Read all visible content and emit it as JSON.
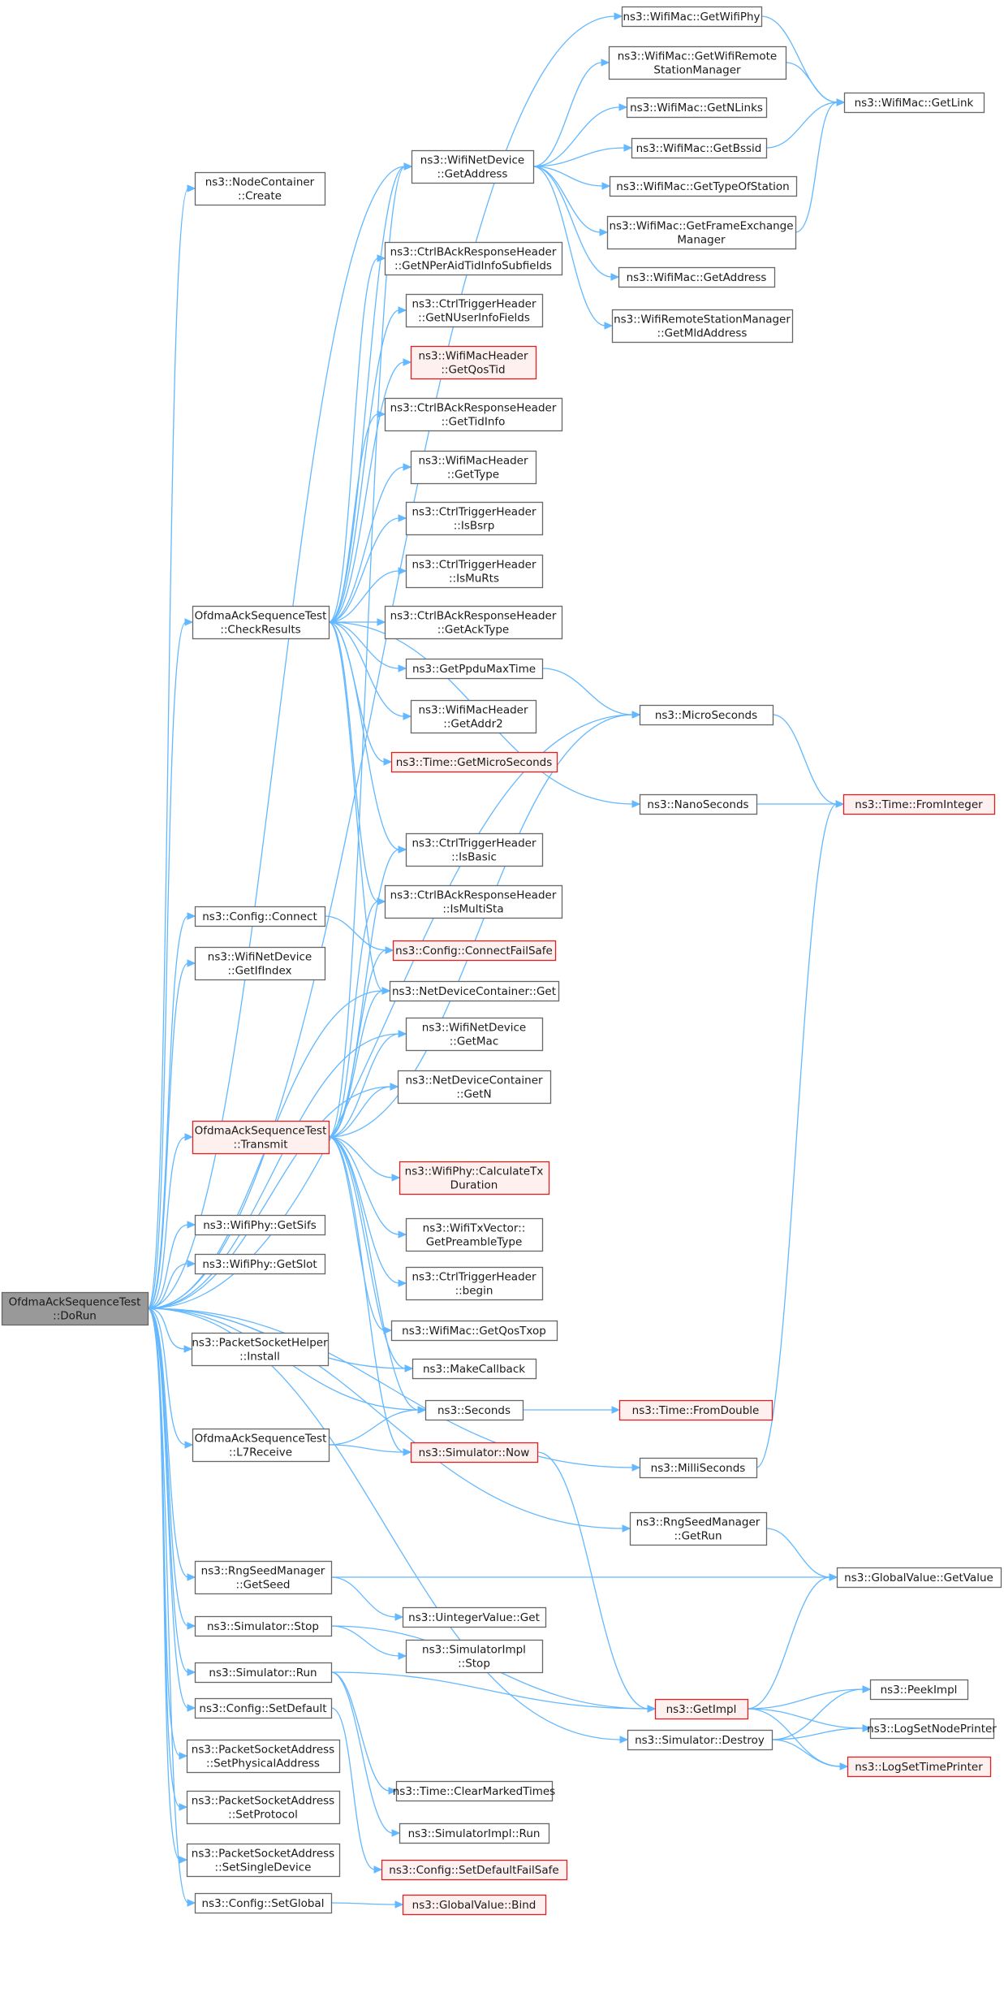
{
  "colors": {
    "edge": "#63b8ff",
    "node_border": "#666666",
    "node_fill": "#ffffff",
    "missing_border": "#e02020",
    "missing_fill": "#fff0f0",
    "root_fill": "#999999"
  },
  "nodes": {
    "n0": {
      "lines": [
        "OfdmaAckSequenceTest",
        "::DoRun"
      ],
      "style": "root"
    },
    "n1": {
      "lines": [
        "ns3::WifiMac::GetWifiPhy"
      ],
      "style": "normal"
    },
    "n2": {
      "lines": [
        "ns3::WifiMac::GetWifiRemote",
        "StationManager"
      ],
      "style": "normal"
    },
    "n3": {
      "lines": [
        "ns3::WifiMac::GetLink"
      ],
      "style": "normal"
    },
    "n4": {
      "lines": [
        "ns3::WifiMac::GetNLinks"
      ],
      "style": "normal"
    },
    "n5": {
      "lines": [
        "ns3::WifiNetDevice",
        "::GetAddress"
      ],
      "style": "normal"
    },
    "n6": {
      "lines": [
        "ns3::WifiMac::GetBssid"
      ],
      "style": "normal"
    },
    "n7": {
      "lines": [
        "ns3::NodeContainer",
        "::Create"
      ],
      "style": "normal"
    },
    "n8": {
      "lines": [
        "ns3::WifiMac::GetTypeOfStation"
      ],
      "style": "normal"
    },
    "n9": {
      "lines": [
        "ns3::WifiMac::GetFrameExchange",
        "Manager"
      ],
      "style": "normal"
    },
    "n10": {
      "lines": [
        "ns3::CtrlBAckResponseHeader",
        "::GetNPerAidTidInfoSubfields"
      ],
      "style": "normal"
    },
    "n11": {
      "lines": [
        "ns3::WifiMac::GetAddress"
      ],
      "style": "normal"
    },
    "n12": {
      "lines": [
        "ns3::CtrlTriggerHeader",
        "::GetNUserInfoFields"
      ],
      "style": "normal"
    },
    "n13": {
      "lines": [
        "ns3::WifiRemoteStationManager",
        "::GetMldAddress"
      ],
      "style": "normal"
    },
    "n14": {
      "lines": [
        "ns3::WifiMacHeader",
        "::GetQosTid"
      ],
      "style": "red"
    },
    "n15": {
      "lines": [
        "ns3::CtrlBAckResponseHeader",
        "::GetTidInfo"
      ],
      "style": "normal"
    },
    "n16": {
      "lines": [
        "ns3::WifiMacHeader",
        "::GetType"
      ],
      "style": "normal"
    },
    "n17": {
      "lines": [
        "ns3::CtrlTriggerHeader",
        "::IsBsrp"
      ],
      "style": "normal"
    },
    "n18": {
      "lines": [
        "ns3::CtrlTriggerHeader",
        "::IsMuRts"
      ],
      "style": "normal"
    },
    "n19": {
      "lines": [
        "OfdmaAckSequenceTest",
        "::CheckResults"
      ],
      "style": "normal"
    },
    "n20": {
      "lines": [
        "ns3::CtrlBAckResponseHeader",
        "::GetAckType"
      ],
      "style": "normal"
    },
    "n21": {
      "lines": [
        "ns3::GetPpduMaxTime"
      ],
      "style": "normal"
    },
    "n22": {
      "lines": [
        "ns3::MicroSeconds"
      ],
      "style": "normal"
    },
    "n23": {
      "lines": [
        "ns3::WifiMacHeader",
        "::GetAddr2"
      ],
      "style": "normal"
    },
    "n24": {
      "lines": [
        "ns3::Time::GetMicroSeconds"
      ],
      "style": "red"
    },
    "n25": {
      "lines": [
        "ns3::NanoSeconds"
      ],
      "style": "normal"
    },
    "n26": {
      "lines": [
        "ns3::Time::FromInteger"
      ],
      "style": "red"
    },
    "n27": {
      "lines": [
        "ns3::CtrlTriggerHeader",
        "::IsBasic"
      ],
      "style": "normal"
    },
    "n28": {
      "lines": [
        "ns3::CtrlBAckResponseHeader",
        "::IsMultiSta"
      ],
      "style": "normal"
    },
    "n29": {
      "lines": [
        "ns3::Config::Connect"
      ],
      "style": "normal"
    },
    "n30": {
      "lines": [
        "ns3::Config::ConnectFailSafe"
      ],
      "style": "red"
    },
    "n31": {
      "lines": [
        "ns3::WifiNetDevice",
        "::GetIfIndex"
      ],
      "style": "normal"
    },
    "n32": {
      "lines": [
        "ns3::NetDeviceContainer::Get"
      ],
      "style": "normal"
    },
    "n33": {
      "lines": [
        "ns3::WifiNetDevice",
        "::GetMac"
      ],
      "style": "normal"
    },
    "n34": {
      "lines": [
        "ns3::NetDeviceContainer",
        "::GetN"
      ],
      "style": "normal"
    },
    "n35": {
      "lines": [
        "OfdmaAckSequenceTest",
        "::Transmit"
      ],
      "style": "red"
    },
    "n36": {
      "lines": [
        "ns3::WifiPhy::CalculateTx",
        "Duration"
      ],
      "style": "red"
    },
    "n37": {
      "lines": [
        "ns3::WifiTxVector::",
        "GetPreambleType"
      ],
      "style": "normal"
    },
    "n38": {
      "lines": [
        "ns3::WifiPhy::GetSifs"
      ],
      "style": "normal"
    },
    "n39": {
      "lines": [
        "ns3::WifiPhy::GetSlot"
      ],
      "style": "normal"
    },
    "n40": {
      "lines": [
        "ns3::CtrlTriggerHeader",
        "::begin"
      ],
      "style": "normal"
    },
    "n41": {
      "lines": [
        "ns3::WifiMac::GetQosTxop"
      ],
      "style": "normal"
    },
    "n42": {
      "lines": [
        "ns3::PacketSocketHelper",
        "::Install"
      ],
      "style": "normal"
    },
    "n43": {
      "lines": [
        "ns3::MakeCallback"
      ],
      "style": "normal"
    },
    "n44": {
      "lines": [
        "ns3::Seconds"
      ],
      "style": "normal"
    },
    "n45": {
      "lines": [
        "ns3::Time::FromDouble"
      ],
      "style": "red"
    },
    "n46": {
      "lines": [
        "OfdmaAckSequenceTest",
        "::L7Receive"
      ],
      "style": "normal"
    },
    "n47": {
      "lines": [
        "ns3::Simulator::Now"
      ],
      "style": "red"
    },
    "n48": {
      "lines": [
        "ns3::MilliSeconds"
      ],
      "style": "normal"
    },
    "n49": {
      "lines": [
        "ns3::RngSeedManager",
        "::GetRun"
      ],
      "style": "normal"
    },
    "n50": {
      "lines": [
        "ns3::RngSeedManager",
        "::GetSeed"
      ],
      "style": "normal"
    },
    "n51": {
      "lines": [
        "ns3::GlobalValue::GetValue"
      ],
      "style": "normal"
    },
    "n52": {
      "lines": [
        "ns3::UintegerValue::Get"
      ],
      "style": "normal"
    },
    "n53": {
      "lines": [
        "ns3::Simulator::Stop"
      ],
      "style": "normal"
    },
    "n54": {
      "lines": [
        "ns3::SimulatorImpl",
        "::Stop"
      ],
      "style": "normal"
    },
    "n55": {
      "lines": [
        "ns3::Simulator::Run"
      ],
      "style": "normal"
    },
    "n56": {
      "lines": [
        "ns3::PeekImpl"
      ],
      "style": "normal"
    },
    "n57": {
      "lines": [
        "ns3::GetImpl"
      ],
      "style": "red"
    },
    "n58": {
      "lines": [
        "ns3::Config::SetDefault"
      ],
      "style": "normal"
    },
    "n59": {
      "lines": [
        "ns3::LogSetNodePrinter"
      ],
      "style": "normal"
    },
    "n60": {
      "lines": [
        "ns3::Simulator::Destroy"
      ],
      "style": "normal"
    },
    "n61": {
      "lines": [
        "ns3::PacketSocketAddress",
        "::SetPhysicalAddress"
      ],
      "style": "normal"
    },
    "n62": {
      "lines": [
        "ns3::LogSetTimePrinter"
      ],
      "style": "red"
    },
    "n63": {
      "lines": [
        "ns3::Time::ClearMarkedTimes"
      ],
      "style": "normal"
    },
    "n64": {
      "lines": [
        "ns3::PacketSocketAddress",
        "::SetProtocol"
      ],
      "style": "normal"
    },
    "n65": {
      "lines": [
        "ns3::SimulatorImpl::Run"
      ],
      "style": "normal"
    },
    "n66": {
      "lines": [
        "ns3::Config::SetDefaultFailSafe"
      ],
      "style": "red"
    },
    "n67": {
      "lines": [
        "ns3::PacketSocketAddress",
        "::SetSingleDevice"
      ],
      "style": "normal"
    },
    "n68": {
      "lines": [
        "ns3::Config::SetGlobal"
      ],
      "style": "normal"
    },
    "n69": {
      "lines": [
        "ns3::GlobalValue::Bind"
      ],
      "style": "red"
    }
  },
  "edges": [
    [
      "n0",
      "n1"
    ],
    [
      "n0",
      "n5"
    ],
    [
      "n0",
      "n7"
    ],
    [
      "n0",
      "n22"
    ],
    [
      "n0",
      "n19"
    ],
    [
      "n0",
      "n29"
    ],
    [
      "n0",
      "n31"
    ],
    [
      "n0",
      "n32"
    ],
    [
      "n0",
      "n33"
    ],
    [
      "n0",
      "n34"
    ],
    [
      "n0",
      "n35"
    ],
    [
      "n0",
      "n38"
    ],
    [
      "n0",
      "n39"
    ],
    [
      "n0",
      "n42"
    ],
    [
      "n0",
      "n43"
    ],
    [
      "n0",
      "n44"
    ],
    [
      "n0",
      "n46"
    ],
    [
      "n0",
      "n48"
    ],
    [
      "n0",
      "n49"
    ],
    [
      "n0",
      "n50"
    ],
    [
      "n0",
      "n53"
    ],
    [
      "n0",
      "n55"
    ],
    [
      "n0",
      "n58"
    ],
    [
      "n0",
      "n61"
    ],
    [
      "n0",
      "n64"
    ],
    [
      "n0",
      "n67"
    ],
    [
      "n0",
      "n68"
    ],
    [
      "n0",
      "n60"
    ],
    [
      "n1",
      "n3"
    ],
    [
      "n2",
      "n3"
    ],
    [
      "n6",
      "n3"
    ],
    [
      "n9",
      "n3"
    ],
    [
      "n5",
      "n2"
    ],
    [
      "n5",
      "n4"
    ],
    [
      "n5",
      "n6"
    ],
    [
      "n5",
      "n8"
    ],
    [
      "n5",
      "n9"
    ],
    [
      "n5",
      "n11"
    ],
    [
      "n5",
      "n13"
    ],
    [
      "n19",
      "n5"
    ],
    [
      "n19",
      "n10"
    ],
    [
      "n19",
      "n12"
    ],
    [
      "n19",
      "n14"
    ],
    [
      "n19",
      "n15"
    ],
    [
      "n19",
      "n16"
    ],
    [
      "n19",
      "n17"
    ],
    [
      "n19",
      "n18"
    ],
    [
      "n19",
      "n20"
    ],
    [
      "n19",
      "n21"
    ],
    [
      "n19",
      "n23"
    ],
    [
      "n19",
      "n24"
    ],
    [
      "n19",
      "n25"
    ],
    [
      "n19",
      "n27"
    ],
    [
      "n19",
      "n28"
    ],
    [
      "n19",
      "n32"
    ],
    [
      "n21",
      "n22"
    ],
    [
      "n22",
      "n26"
    ],
    [
      "n25",
      "n26"
    ],
    [
      "n48",
      "n26"
    ],
    [
      "n29",
      "n30"
    ],
    [
      "n35",
      "n5"
    ],
    [
      "n35",
      "n27"
    ],
    [
      "n35",
      "n28"
    ],
    [
      "n35",
      "n30"
    ],
    [
      "n35",
      "n32"
    ],
    [
      "n35",
      "n33"
    ],
    [
      "n35",
      "n34"
    ],
    [
      "n35",
      "n22"
    ],
    [
      "n35",
      "n36"
    ],
    [
      "n35",
      "n37"
    ],
    [
      "n35",
      "n40"
    ],
    [
      "n35",
      "n41"
    ],
    [
      "n35",
      "n43"
    ],
    [
      "n35",
      "n44"
    ],
    [
      "n35",
      "n47"
    ],
    [
      "n44",
      "n45"
    ],
    [
      "n46",
      "n44"
    ],
    [
      "n46",
      "n47"
    ],
    [
      "n47",
      "n57"
    ],
    [
      "n49",
      "n51"
    ],
    [
      "n50",
      "n51"
    ],
    [
      "n50",
      "n52"
    ],
    [
      "n53",
      "n54"
    ],
    [
      "n53",
      "n57"
    ],
    [
      "n55",
      "n57"
    ],
    [
      "n55",
      "n63"
    ],
    [
      "n55",
      "n65"
    ],
    [
      "n57",
      "n51"
    ],
    [
      "n57",
      "n56"
    ],
    [
      "n57",
      "n59"
    ],
    [
      "n57",
      "n62"
    ],
    [
      "n58",
      "n66"
    ],
    [
      "n60",
      "n56"
    ],
    [
      "n60",
      "n59"
    ],
    [
      "n60",
      "n62"
    ],
    [
      "n68",
      "n69"
    ]
  ]
}
